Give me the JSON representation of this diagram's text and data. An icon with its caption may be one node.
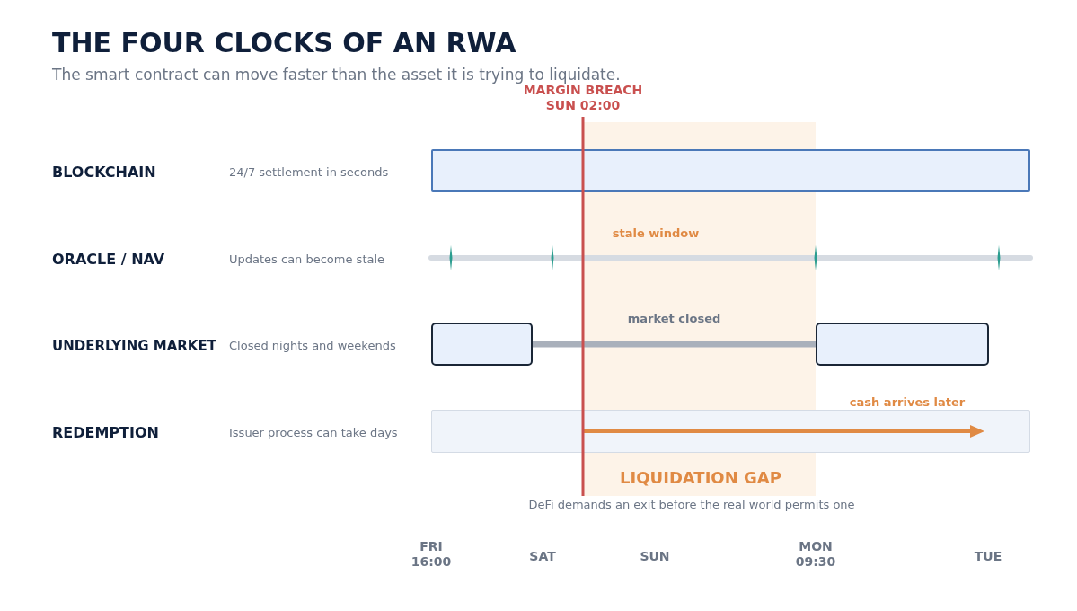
{
  "diagram": {
    "title": "THE FOUR CLOCKS OF AN RWA",
    "caption": "The smart contract can move faster than the asset it is trying to liquidate.",
    "nodes": [
      {
        "text": [],
        "shape": "bar"
      },
      {
        "text": [],
        "shape": "box"
      },
      {
        "text": [],
        "shape": "box"
      },
      {
        "text": [],
        "shape": "bar"
      }
    ],
    "edges": [
      {
        "from": 1,
        "to": 2,
        "arrow": "none",
        "label": "market closed"
      }
    ],
    "labels": [
      "MARGIN BREACH SUN 02:00",
      "BLOCKCHAIN",
      "24/7 settlement in seconds",
      "stale window",
      "ORACLE / NAV",
      "Updates can become stale",
      "UNDERLYING MARKET",
      "Closed nights and weekends",
      "cash arrives later",
      "REDEMPTION",
      "Issuer process can take days",
      "LIQUIDATION GAP",
      "DeFi demands an exit before the real world permits one",
      "FRI 16:00",
      "SAT",
      "SUN",
      "MON 09:30",
      "TUE"
    ]
  }
}
